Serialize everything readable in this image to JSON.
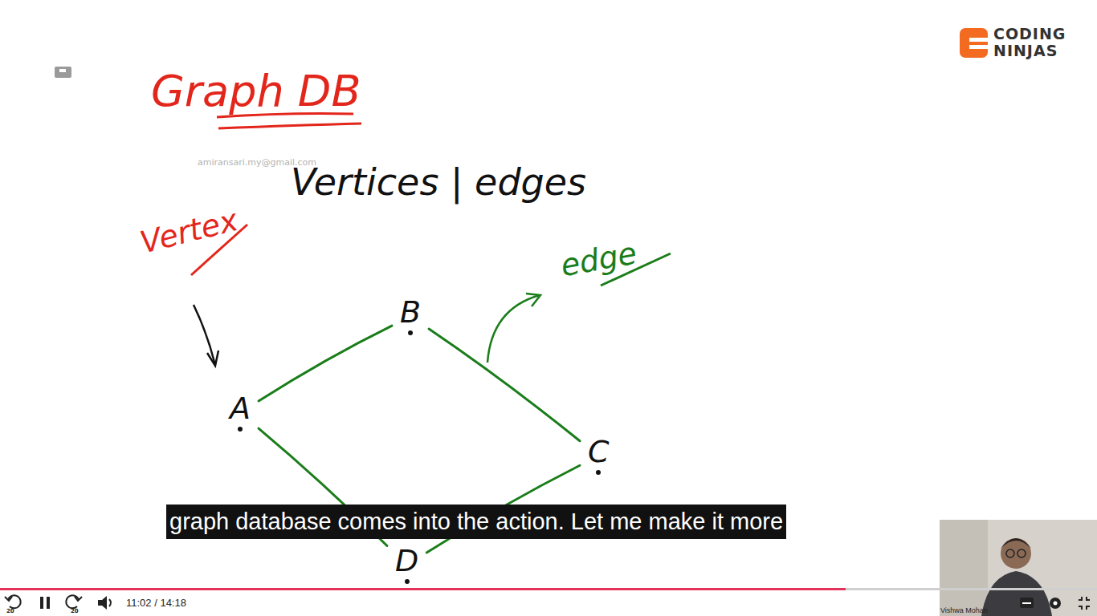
{
  "diagram": {
    "title": "Graph DB",
    "nodes": [
      {
        "text": [
          "A"
        ]
      },
      {
        "text": [
          "B"
        ]
      },
      {
        "text": [
          "C"
        ]
      },
      {
        "text": [
          "D"
        ]
      }
    ],
    "edges": [
      {
        "from": 0,
        "to": 1,
        "arrow": "none"
      },
      {
        "from": 1,
        "to": 2,
        "arrow": "none"
      },
      {
        "from": 0,
        "to": 3,
        "arrow": "none"
      },
      {
        "from": 3,
        "to": 2,
        "arrow": "none"
      }
    ],
    "labels": [
      "Vertices | edges",
      "Vertex",
      "edge",
      "amiransari.my@gmail.com",
      "CODING NINJAS",
      "graph database comes into the action. Let me make it more",
      "20",
      "11:02 / 14:18",
      "20",
      "Vishwa Mohan"
    ]
  }
}
